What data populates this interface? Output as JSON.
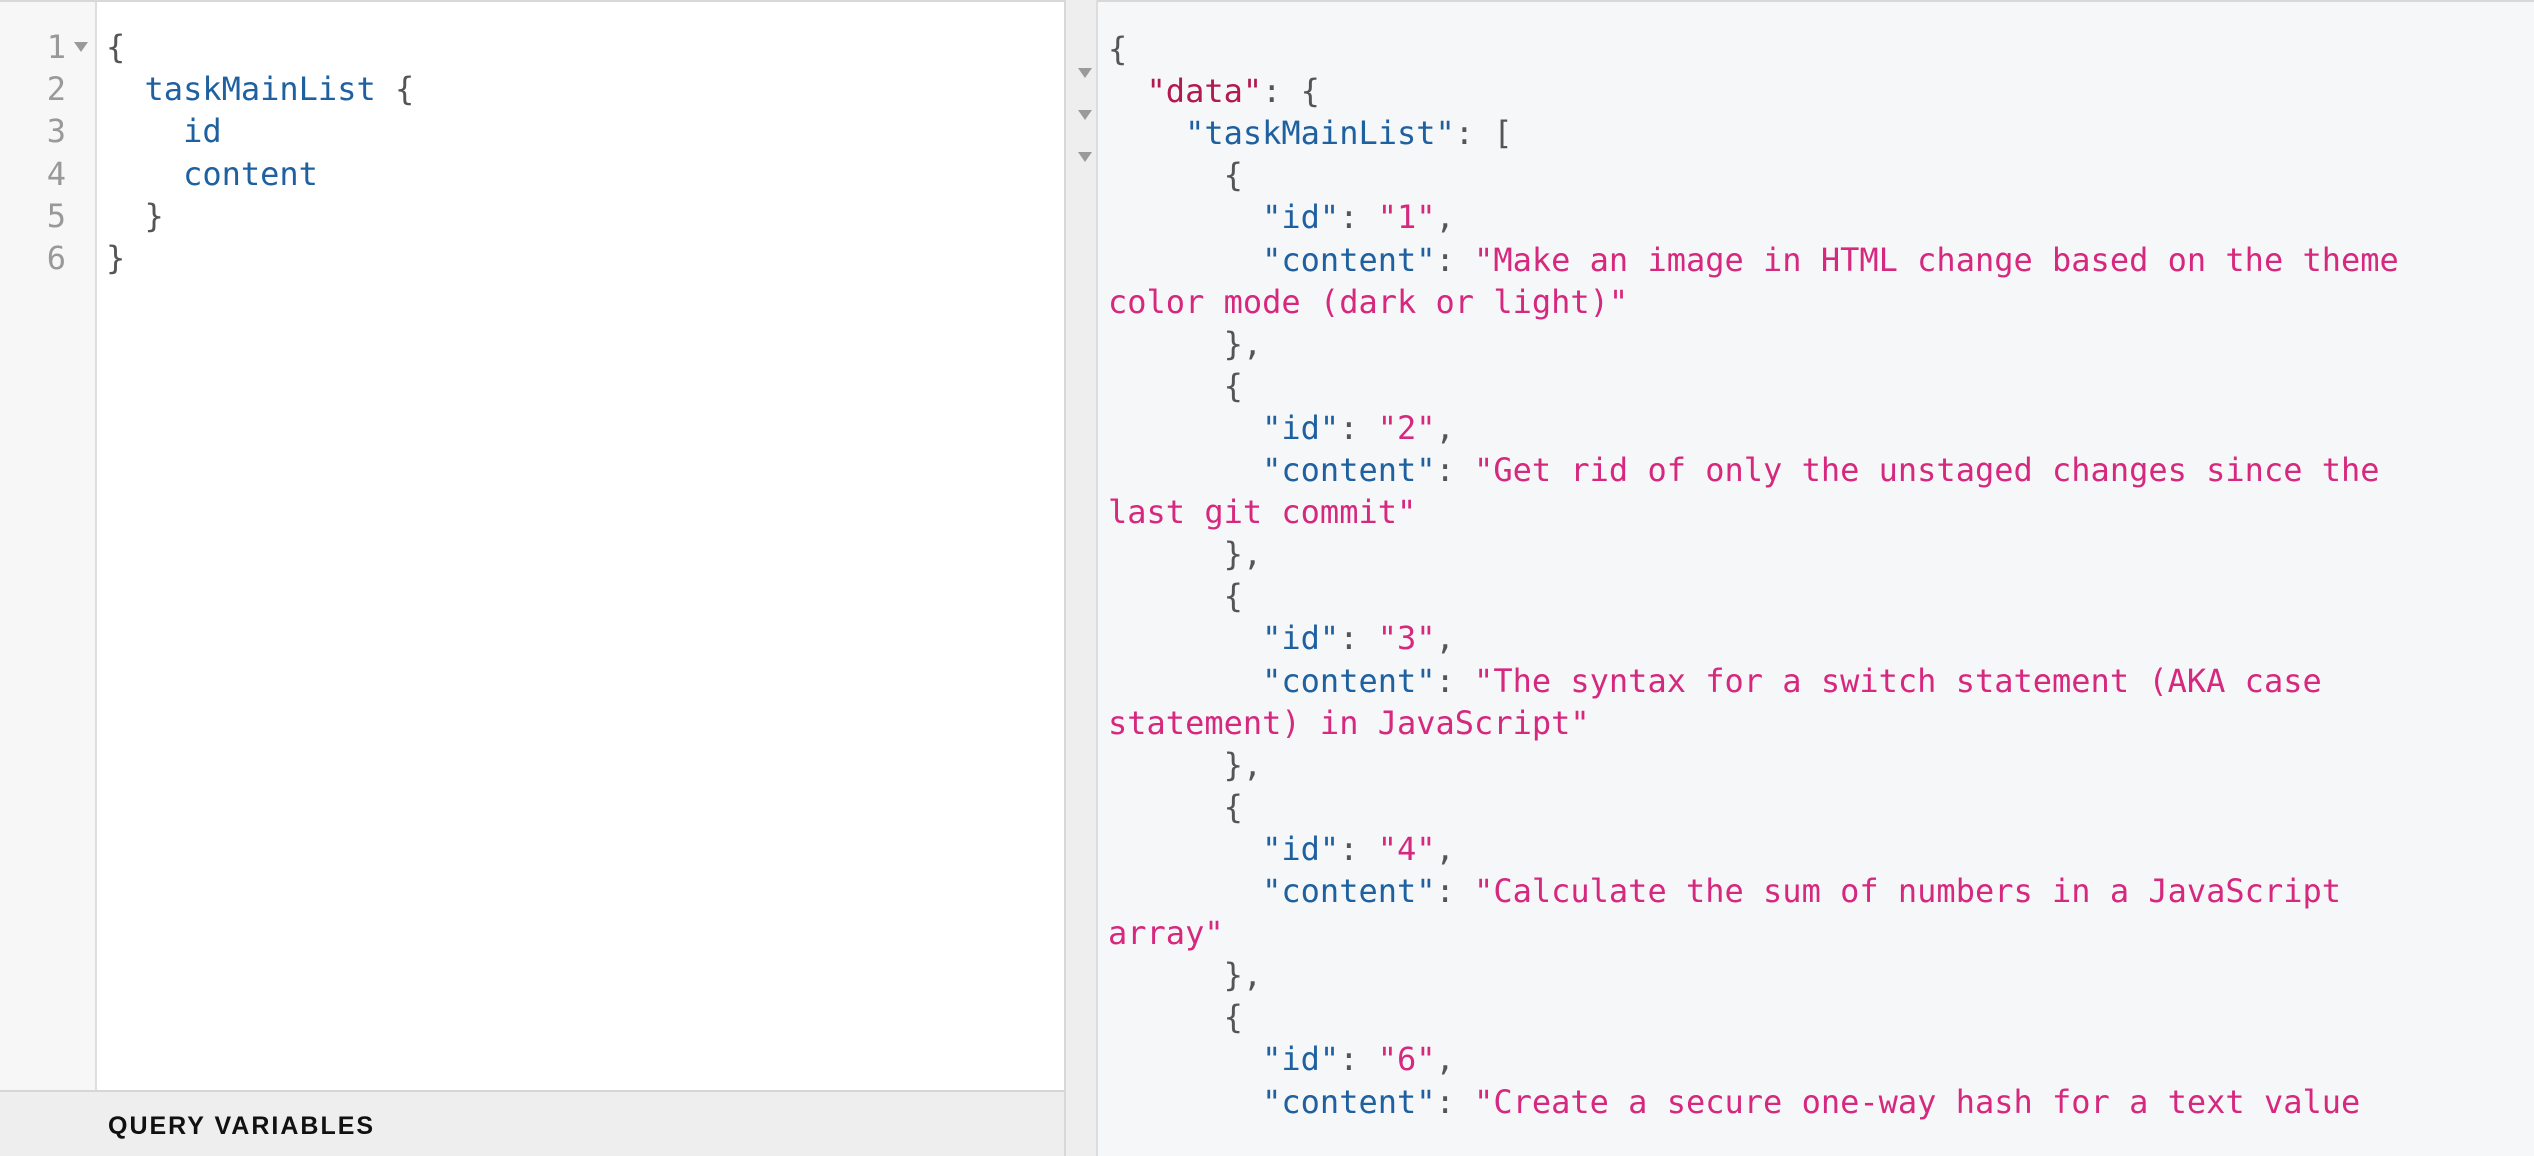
{
  "query_editor": {
    "line_numbers": [
      "1",
      "2",
      "3",
      "4",
      "5",
      "6"
    ],
    "lines": [
      {
        "parts": [
          {
            "t": "{",
            "c": "punct"
          }
        ]
      },
      {
        "parts": [
          {
            "t": "  ",
            "c": "punct"
          },
          {
            "t": "taskMainList",
            "c": "field"
          },
          {
            "t": " {",
            "c": "punct"
          }
        ]
      },
      {
        "parts": [
          {
            "t": "    ",
            "c": "punct"
          },
          {
            "t": "id",
            "c": "field"
          }
        ]
      },
      {
        "parts": [
          {
            "t": "    ",
            "c": "punct"
          },
          {
            "t": "content",
            "c": "field"
          }
        ]
      },
      {
        "parts": [
          {
            "t": "  }",
            "c": "punct"
          }
        ]
      },
      {
        "parts": [
          {
            "t": "}",
            "c": "punct"
          }
        ]
      }
    ]
  },
  "query_variables": {
    "title": "QUERY VARIABLES"
  },
  "result": {
    "lines": [
      {
        "parts": [
          {
            "t": "{",
            "c": "punct"
          }
        ]
      },
      {
        "parts": [
          {
            "t": "  ",
            "c": "punct"
          },
          {
            "t": "\"data\"",
            "c": "data-key"
          },
          {
            "t": ": {",
            "c": "punct"
          }
        ]
      },
      {
        "parts": [
          {
            "t": "    ",
            "c": "punct"
          },
          {
            "t": "\"taskMainList\"",
            "c": "key"
          },
          {
            "t": ": [",
            "c": "punct"
          }
        ]
      },
      {
        "parts": [
          {
            "t": "      {",
            "c": "punct"
          }
        ]
      },
      {
        "parts": [
          {
            "t": "        ",
            "c": "punct"
          },
          {
            "t": "\"id\"",
            "c": "key"
          },
          {
            "t": ": ",
            "c": "punct"
          },
          {
            "t": "\"1\"",
            "c": "str"
          },
          {
            "t": ",",
            "c": "punct"
          }
        ]
      },
      {
        "parts": [
          {
            "t": "        ",
            "c": "punct"
          },
          {
            "t": "\"content\"",
            "c": "key"
          },
          {
            "t": ": ",
            "c": "punct"
          },
          {
            "t": "\"Make an image in HTML change based on the theme",
            "c": "str"
          }
        ]
      },
      {
        "parts": [
          {
            "t": "color mode (dark or light)\"",
            "c": "str"
          }
        ]
      },
      {
        "parts": [
          {
            "t": "      },",
            "c": "punct"
          }
        ]
      },
      {
        "parts": [
          {
            "t": "      {",
            "c": "punct"
          }
        ]
      },
      {
        "parts": [
          {
            "t": "        ",
            "c": "punct"
          },
          {
            "t": "\"id\"",
            "c": "key"
          },
          {
            "t": ": ",
            "c": "punct"
          },
          {
            "t": "\"2\"",
            "c": "str"
          },
          {
            "t": ",",
            "c": "punct"
          }
        ]
      },
      {
        "parts": [
          {
            "t": "        ",
            "c": "punct"
          },
          {
            "t": "\"content\"",
            "c": "key"
          },
          {
            "t": ": ",
            "c": "punct"
          },
          {
            "t": "\"Get rid of only the unstaged changes since the",
            "c": "str"
          }
        ]
      },
      {
        "parts": [
          {
            "t": "last git commit\"",
            "c": "str"
          }
        ]
      },
      {
        "parts": [
          {
            "t": "      },",
            "c": "punct"
          }
        ]
      },
      {
        "parts": [
          {
            "t": "      {",
            "c": "punct"
          }
        ]
      },
      {
        "parts": [
          {
            "t": "        ",
            "c": "punct"
          },
          {
            "t": "\"id\"",
            "c": "key"
          },
          {
            "t": ": ",
            "c": "punct"
          },
          {
            "t": "\"3\"",
            "c": "str"
          },
          {
            "t": ",",
            "c": "punct"
          }
        ]
      },
      {
        "parts": [
          {
            "t": "        ",
            "c": "punct"
          },
          {
            "t": "\"content\"",
            "c": "key"
          },
          {
            "t": ": ",
            "c": "punct"
          },
          {
            "t": "\"The syntax for a switch statement (AKA case",
            "c": "str"
          }
        ]
      },
      {
        "parts": [
          {
            "t": "statement) in JavaScript\"",
            "c": "str"
          }
        ]
      },
      {
        "parts": [
          {
            "t": "      },",
            "c": "punct"
          }
        ]
      },
      {
        "parts": [
          {
            "t": "      {",
            "c": "punct"
          }
        ]
      },
      {
        "parts": [
          {
            "t": "        ",
            "c": "punct"
          },
          {
            "t": "\"id\"",
            "c": "key"
          },
          {
            "t": ": ",
            "c": "punct"
          },
          {
            "t": "\"4\"",
            "c": "str"
          },
          {
            "t": ",",
            "c": "punct"
          }
        ]
      },
      {
        "parts": [
          {
            "t": "        ",
            "c": "punct"
          },
          {
            "t": "\"content\"",
            "c": "key"
          },
          {
            "t": ": ",
            "c": "punct"
          },
          {
            "t": "\"Calculate the sum of numbers in a JavaScript",
            "c": "str"
          }
        ]
      },
      {
        "parts": [
          {
            "t": "array\"",
            "c": "str"
          }
        ]
      },
      {
        "parts": [
          {
            "t": "      },",
            "c": "punct"
          }
        ]
      },
      {
        "parts": [
          {
            "t": "      {",
            "c": "punct"
          }
        ]
      },
      {
        "parts": [
          {
            "t": "        ",
            "c": "punct"
          },
          {
            "t": "\"id\"",
            "c": "key"
          },
          {
            "t": ": ",
            "c": "punct"
          },
          {
            "t": "\"6\"",
            "c": "str"
          },
          {
            "t": ",",
            "c": "punct"
          }
        ]
      },
      {
        "parts": [
          {
            "t": "        ",
            "c": "punct"
          },
          {
            "t": "\"content\"",
            "c": "key"
          },
          {
            "t": ": ",
            "c": "punct"
          },
          {
            "t": "\"Create a secure one-way hash for a text value",
            "c": "str"
          }
        ]
      }
    ]
  },
  "colors": {
    "field": "#1f61a0",
    "data_key": "#b11a4c",
    "string": "#d6287e",
    "punct": "#555555",
    "gutter_bg": "#f7f7f7",
    "result_bg": "#f6f7f8"
  }
}
